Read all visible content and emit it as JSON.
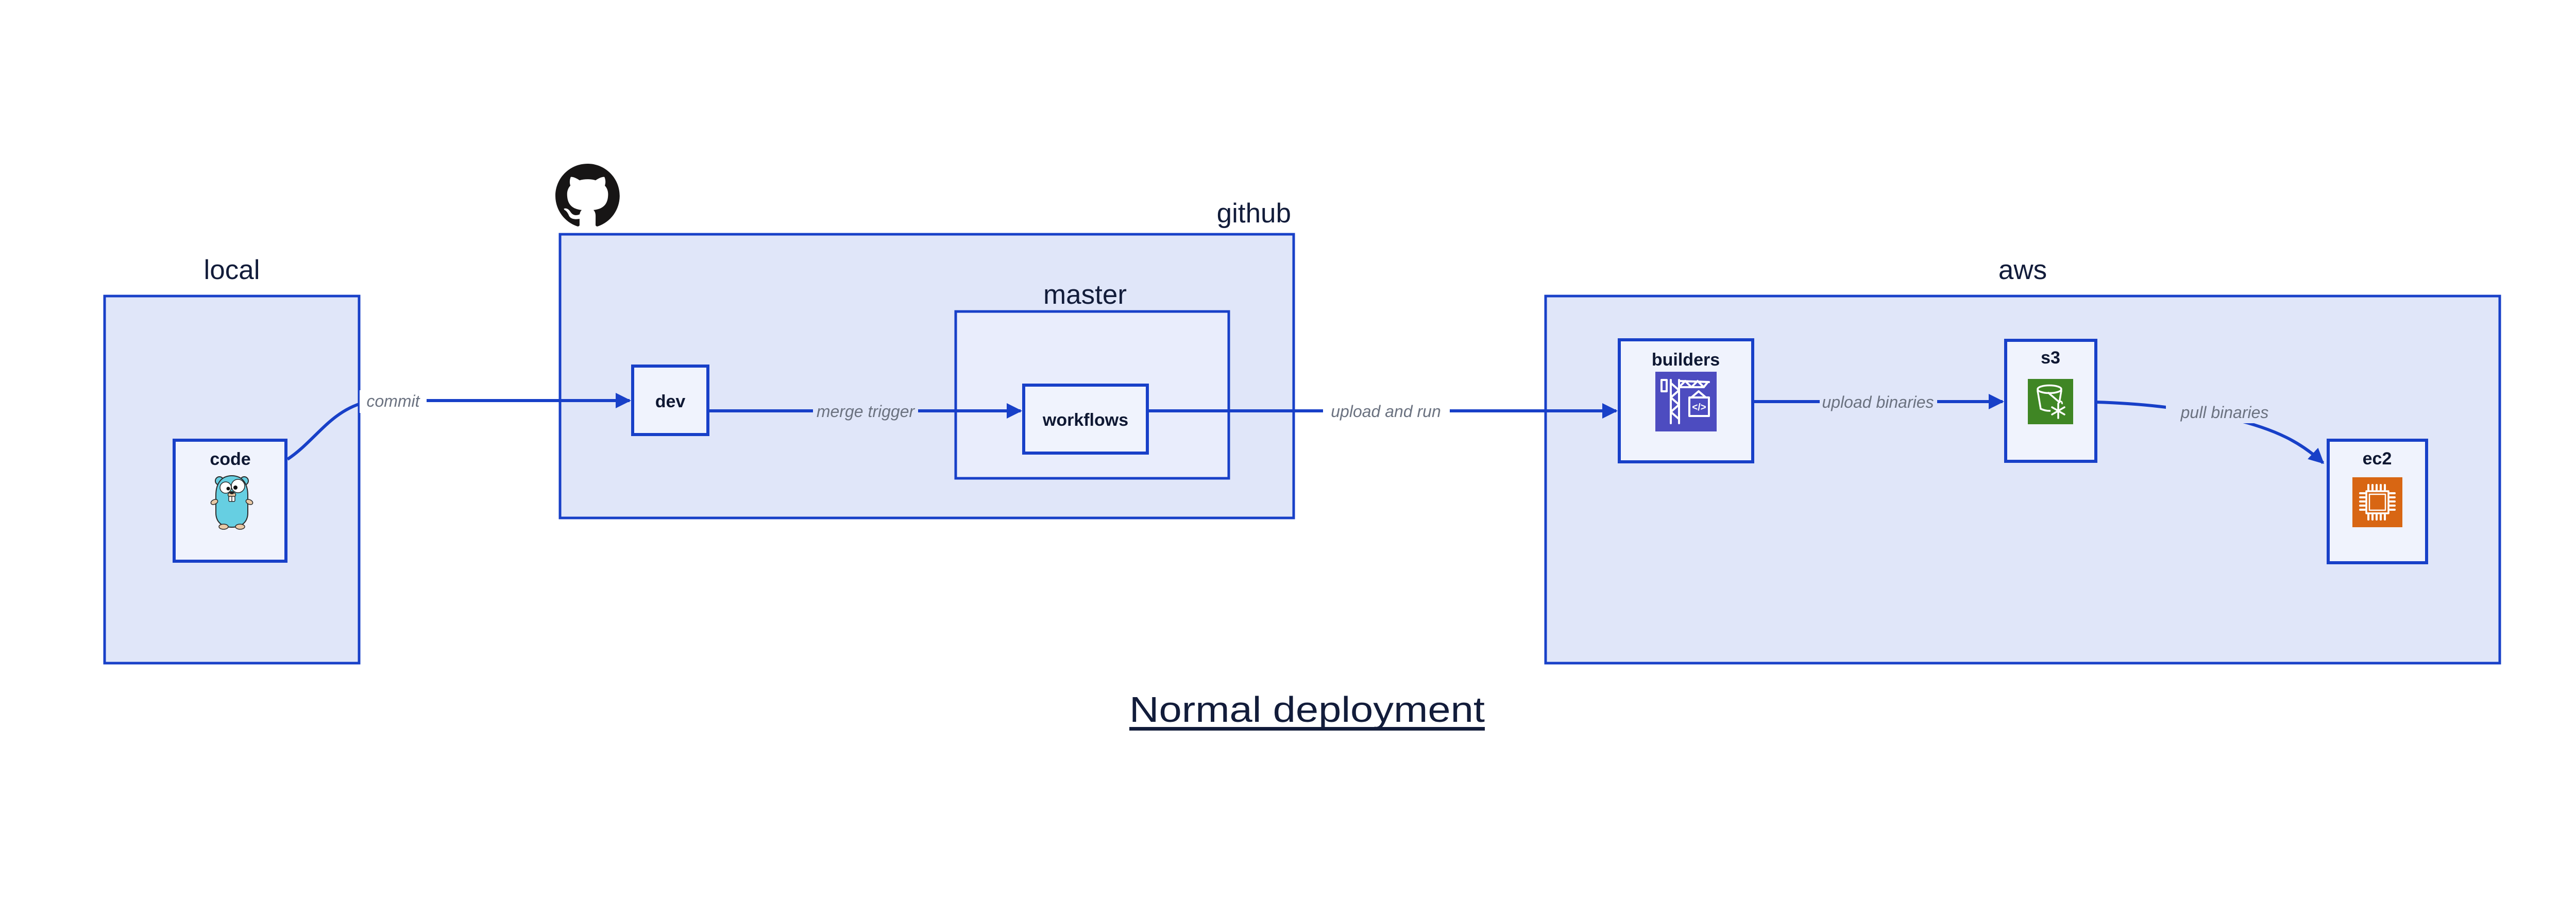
{
  "diagram": {
    "title": "Normal deployment",
    "clusters": {
      "local": {
        "label": "local"
      },
      "github": {
        "label": "github",
        "icon": "github-octocat"
      },
      "master": {
        "label": "master"
      },
      "aws": {
        "label": "aws"
      }
    },
    "nodes": {
      "code": {
        "label": "code",
        "icon": "go-gopher"
      },
      "dev": {
        "label": "dev"
      },
      "workflows": {
        "label": "workflows"
      },
      "builders": {
        "label": "builders",
        "icon": "aws-codebuild-crane",
        "icon_glyph": "</>"
      },
      "s3": {
        "label": "s3",
        "icon": "aws-s3-glacier-bucket"
      },
      "ec2": {
        "label": "ec2",
        "icon": "aws-ec2-chip"
      }
    },
    "edges": [
      {
        "from": "code",
        "to": "dev",
        "label": "commit"
      },
      {
        "from": "dev",
        "to": "workflows",
        "label": "merge trigger"
      },
      {
        "from": "workflows",
        "to": "builders",
        "label": "upload and run"
      },
      {
        "from": "builders",
        "to": "s3",
        "label": "upload binaries"
      },
      {
        "from": "s3",
        "to": "ec2",
        "label": "pull binaries"
      }
    ],
    "colors": {
      "border_blue": "#1840c8",
      "cluster_fill": "#e0e6f9",
      "nested_cluster_fill": "#e9edfc",
      "node_fill": "#f0f3fd",
      "label_navy": "#121c3a",
      "edge_label_gray": "#6b7280",
      "octocat_black": "#171515",
      "codebuild_purple": "#4d4cc0",
      "s3_green": "#3f8624",
      "ec2_orange": "#d86613",
      "gopher_teal": "#66cfe2"
    }
  }
}
